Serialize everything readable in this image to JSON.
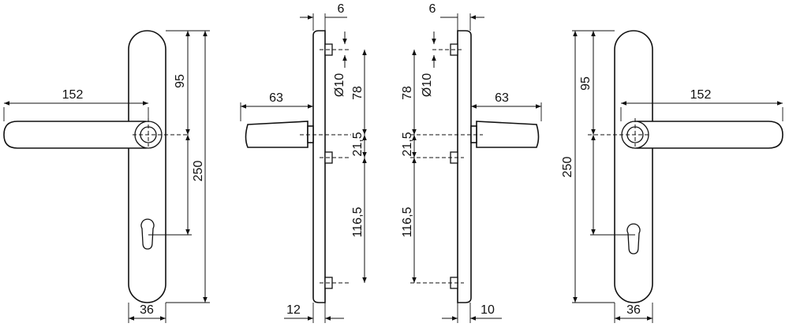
{
  "front_left": {
    "length": "152",
    "top_to_axis": "95",
    "plate_height": "250",
    "plate_width": "36"
  },
  "side_left": {
    "top_offset": "6",
    "hole_diameter": "Ø10",
    "upper_spacing": "78",
    "lever_depth": "63",
    "axis_spacing": "21,5",
    "lower_spacing": "116,5",
    "plate_thickness": "12"
  },
  "side_right": {
    "top_offset": "6",
    "hole_diameter": "Ø10",
    "upper_spacing": "78",
    "lever_depth": "63",
    "axis_spacing": "21,5",
    "lower_spacing": "116,5",
    "plate_thickness": "10"
  },
  "front_right": {
    "length": "152",
    "top_to_axis": "95",
    "plate_height": "250",
    "plate_width": "36"
  }
}
